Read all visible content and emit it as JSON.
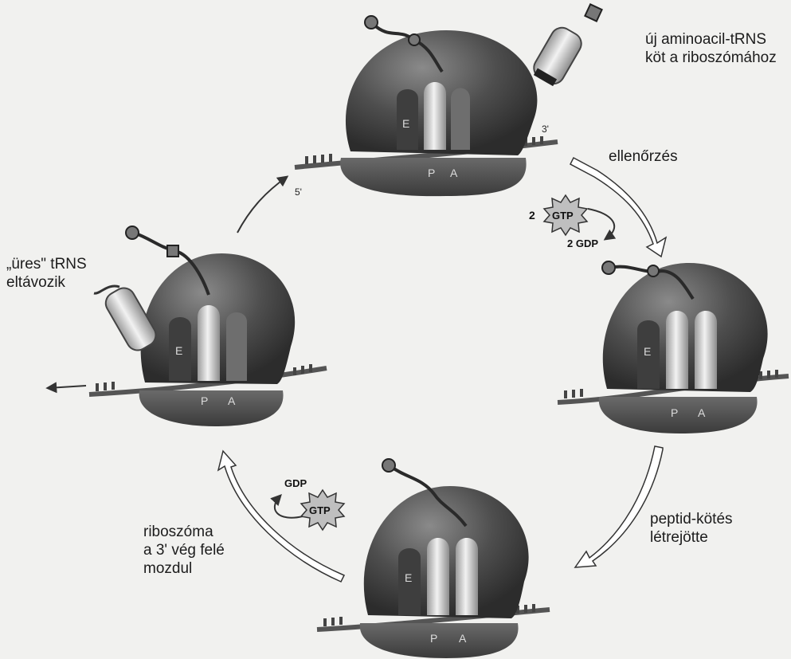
{
  "labels": {
    "new_trna": "új  aminoacil-tRNS\nköt a riboszómához",
    "check": "ellenőrzés",
    "peptide_bond": "peptid-kötés\nlétrejötte",
    "ribosome_moves": "riboszóma\na 3' vég felé\nmozdul",
    "empty_trna": "„üres\" tRNS\neltávozik"
  },
  "energy": {
    "gtp_count_top": "2",
    "gtp": "GTP",
    "gdp_out_top": "2 GDP",
    "gdp_bottom": "GDP",
    "gtp_bottom": "GTP"
  },
  "sites": {
    "e": "E",
    "p": "P",
    "a": "A"
  },
  "mrna_ends": {
    "five_prime": "5'",
    "three_prime": "3'"
  },
  "colors": {
    "background": "#f1f1ef",
    "ribosome_large": "#4a4a4a",
    "ribosome_small": "#5a5a5a",
    "trna": "#d8d8d8",
    "arrow": "#ffffff"
  }
}
